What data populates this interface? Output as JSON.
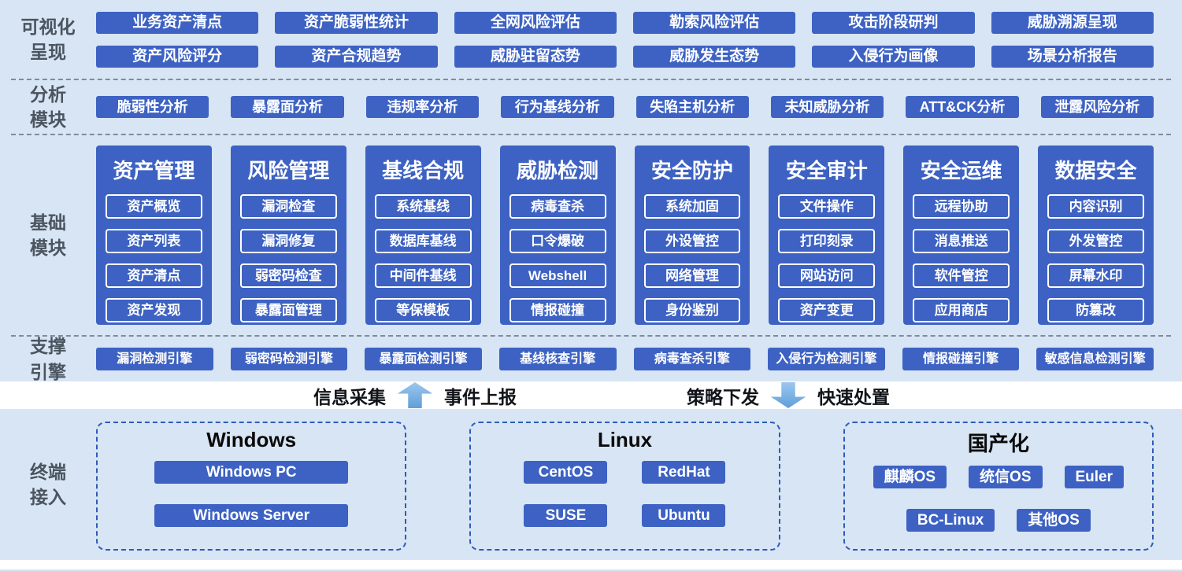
{
  "colors": {
    "background": "#d8e5f4",
    "node_blue": "#3d62c3",
    "node_text": "#ffffff",
    "side_label": "#4b5560",
    "dashed_separator": "#7e8c9a",
    "terminal_box_border": "#2d5cb9",
    "arrow_blue": "#5f9fd9"
  },
  "visualization": {
    "side_label": "可视化\n呈现",
    "row1": [
      "业务资产清点",
      "资产脆弱性统计",
      "全网风险评估",
      "勒索风险评估",
      "攻击阶段研判",
      "威胁溯源呈现"
    ],
    "row2": [
      "资产风险评分",
      "资产合规趋势",
      "威胁驻留态势",
      "威胁发生态势",
      "入侵行为画像",
      "场景分析报告"
    ]
  },
  "analysis": {
    "side_label": "分析\n模块",
    "items": [
      "脆弱性分析",
      "暴露面分析",
      "违规率分析",
      "行为基线分析",
      "失陷主机分析",
      "未知威胁分析",
      "ATT&CK分析",
      "泄露风险分析"
    ]
  },
  "basic": {
    "side_label": "基础\n模块",
    "columns": [
      {
        "title": "资产管理",
        "items": [
          "资产概览",
          "资产列表",
          "资产清点",
          "资产发现"
        ]
      },
      {
        "title": "风险管理",
        "items": [
          "漏洞检查",
          "漏洞修复",
          "弱密码检查",
          "暴露面管理"
        ]
      },
      {
        "title": "基线合规",
        "items": [
          "系统基线",
          "数据库基线",
          "中间件基线",
          "等保模板"
        ]
      },
      {
        "title": "威胁检测",
        "items": [
          "病毒查杀",
          "口令爆破",
          "Webshell",
          "情报碰撞"
        ]
      },
      {
        "title": "安全防护",
        "items": [
          "系统加固",
          "外设管控",
          "网络管理",
          "身份鉴别"
        ]
      },
      {
        "title": "安全审计",
        "items": [
          "文件操作",
          "打印刻录",
          "网站访问",
          "资产变更"
        ]
      },
      {
        "title": "安全运维",
        "items": [
          "远程协助",
          "消息推送",
          "软件管控",
          "应用商店"
        ]
      },
      {
        "title": "数据安全",
        "items": [
          "内容识别",
          "外发管控",
          "屏幕水印",
          "防篡改"
        ]
      }
    ]
  },
  "engines": {
    "side_label": "支撑\n引擎",
    "items": [
      "漏洞检测引擎",
      "弱密码检测引擎",
      "暴露面检测引擎",
      "基线核查引擎",
      "病毒查杀引擎",
      "入侵行为检测引擎",
      "情报碰撞引擎",
      "敏感信息检测引擎"
    ]
  },
  "flow": {
    "collect_label": "信息采集",
    "report_label": "事件上报",
    "policy_label": "策略下发",
    "dispose_label": "快速处置"
  },
  "terminals": {
    "side_label": "终端\n接入",
    "groups": [
      {
        "title": "Windows",
        "items": [
          "Windows PC",
          "Windows Server"
        ]
      },
      {
        "title": "Linux",
        "items": [
          "CentOS",
          "RedHat",
          "SUSE",
          "Ubuntu"
        ]
      },
      {
        "title": "国产化",
        "items": [
          "麒麟OS",
          "统信OS",
          "Euler",
          "BC-Linux",
          "其他OS"
        ]
      }
    ]
  }
}
